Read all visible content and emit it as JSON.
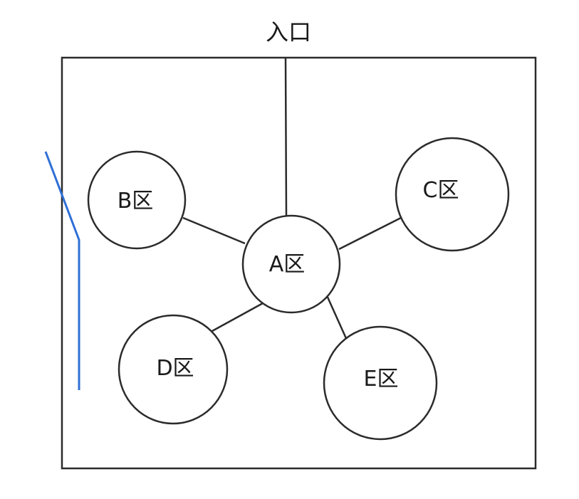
{
  "entrance": {
    "label": "入口"
  },
  "zones": {
    "a": {
      "label": "A区"
    },
    "b": {
      "label": "B区"
    },
    "c": {
      "label": "C区"
    },
    "d": {
      "label": "D区"
    },
    "e": {
      "label": "E区"
    }
  },
  "colors": {
    "stroke": "#2b2b2b",
    "text": "#1a1a1a",
    "accent_line": "#2f6fd6",
    "background": "#ffffff"
  }
}
